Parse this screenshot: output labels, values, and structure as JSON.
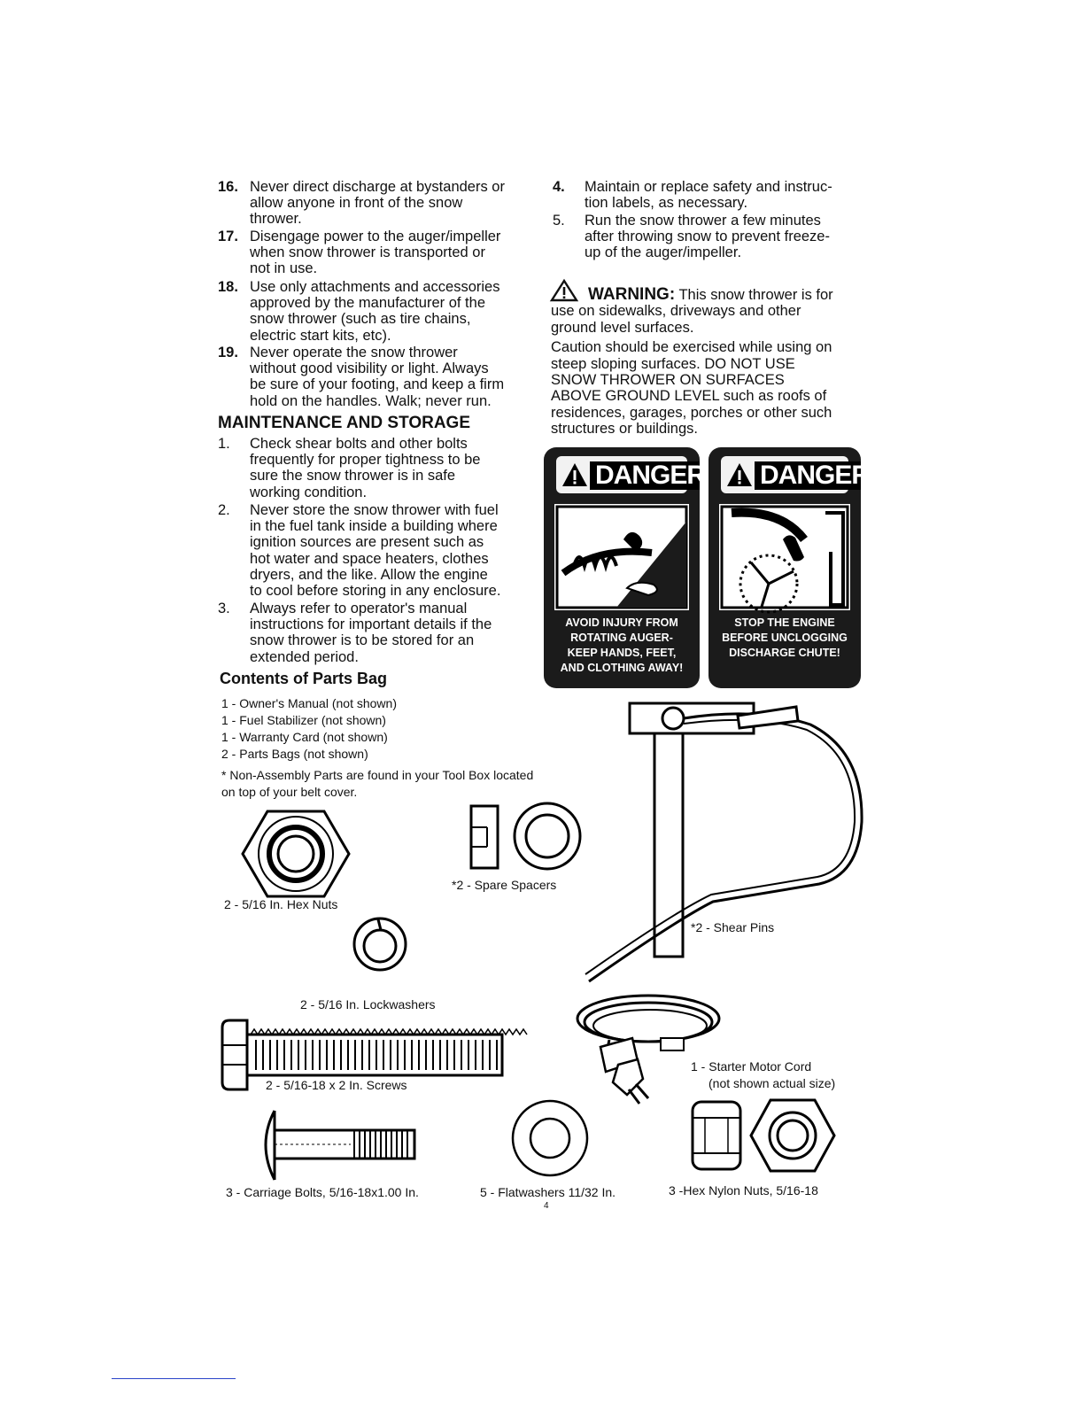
{
  "left_items": [
    {
      "num": "16.",
      "text": "Never direct discharge at bystanders or\nallow  anyone in front of the snow\nthrower."
    },
    {
      "num": "17.",
      "text": "Disengage power to the auger/impeller\nwhen snow thrower is transported or\nnot in use."
    },
    {
      "num": "18.",
      "text": "Use only attachments and accessories\napproved by the manufacturer of the\nsnow thrower (such as tire chains,\nelectric start kits, etc)."
    },
    {
      "num": "19.",
      "text": "Never operate the snow thrower\nwithout good visibility or light. Always\nbe sure of your footing, and keep a firm\nhold on the handles. Walk; never run."
    }
  ],
  "maintenance": {
    "heading": "MAINTENANCE AND STORAGE",
    "items": [
      {
        "num": "1.",
        "text": "Check shear bolts and other bolts\nfrequently for proper tightness to be\nsure the snow thrower is in safe\nworking  condition."
      },
      {
        "num": "2.",
        "text": "Never store the snow thrower with fuel\nin the fuel tank inside a building where\nignition sources are present such as\nhot  water and space heaters, clothes\ndryers, and the like. Allow the engine\nto cool before storing in any enclosure."
      },
      {
        "num": "3.",
        "text": "Always refer to operator's manual\ninstructions for important details if the\nsnow thrower is to be stored for an\nextended period."
      }
    ]
  },
  "right_items": [
    {
      "num": "4.",
      "text": "Maintain or replace safety and instruc-\ntion labels, as necessary."
    },
    {
      "num": "5.",
      "text": "Run the snow thrower a few minutes\nafter throwing snow to prevent freeze-\nup of the auger/impeller."
    }
  ],
  "warning": {
    "label": "WARNING:",
    "text1": " This snow thrower is for",
    "text2": "use on sidewalks, driveways and other\nground level surfaces.",
    "text3": "Caution should be exercised while using on\nsteep sloping surfaces. DO NOT USE\nSNOW THROWER ON SURFACES\nABOVE GROUND LEVEL such as roofs of\nresidences, garages, porches or other such\nstructures or buildings."
  },
  "danger_labels": [
    {
      "title": "DANGER",
      "message": "AVOID INJURY FROM\nROTATING AUGER-\nKEEP HANDS, FEET,\nAND CLOTHING AWAY!"
    },
    {
      "title": "DANGER",
      "message": "STOP THE ENGINE\nBEFORE UNCLOGGING\nDISCHARGE CHUTE!"
    }
  ],
  "parts_bag": {
    "heading": "Contents of Parts Bag",
    "lines": [
      "1 - Owner's Manual (not shown)",
      "1 - Fuel Stabilizer (not shown)",
      "1 - Warranty Card (not shown)",
      "2 - Parts Bags (not shown)"
    ],
    "note1": "* Non-Assembly Parts are found in your Tool Box located",
    "note2": "on top of your belt cover."
  },
  "captions": {
    "hex_nuts": "2 - 5/16 In. Hex Nuts",
    "spacers": "*2 - Spare Spacers",
    "shear_pins": "*2 - Shear Pins",
    "lockwashers": "2 - 5/16 In. Lockwashers",
    "screws": "2 - 5/16-18 x 2 In. Screws",
    "cord1": "1 - Starter Motor Cord",
    "cord2": "(not shown actual size)",
    "carriage": "3 - Carriage Bolts, 5/16-18x1.00 In.",
    "flatwashers": "5 - Flatwashers 11/32 In.",
    "nylon_nuts": "3 -Hex Nylon Nuts, 5/16-18"
  },
  "page_number": "4"
}
